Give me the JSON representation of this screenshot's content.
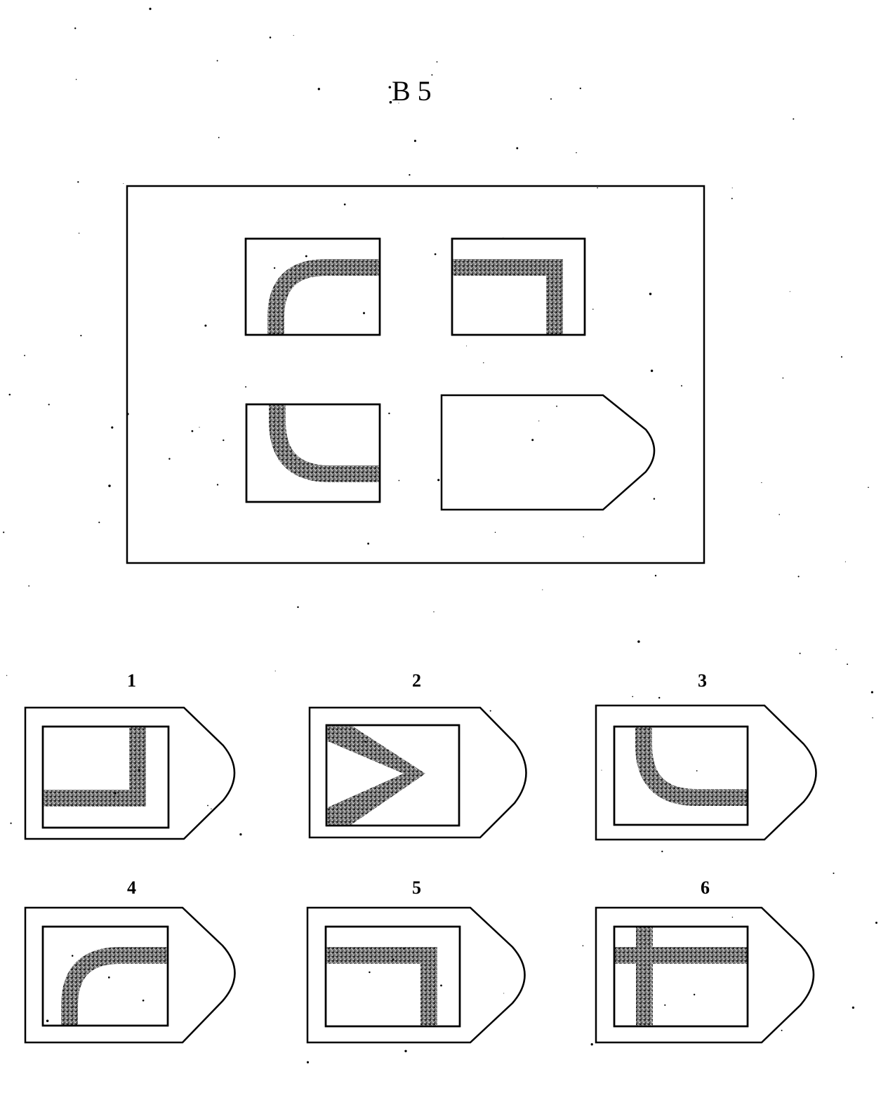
{
  "title": "B 5",
  "colors": {
    "ink": "#000000",
    "grain": "#6a6a6a",
    "paper": "#ffffff"
  },
  "matrix": {
    "cells": [
      {
        "shape": "curve-corner-bottom-left-to-right",
        "fill": "stippled"
      },
      {
        "shape": "square-corner-left-to-bottom",
        "fill": "stippled"
      },
      {
        "shape": "curve-corner-top-to-right",
        "fill": "stippled"
      },
      {
        "shape": "missing"
      }
    ]
  },
  "options": [
    {
      "label": "1",
      "shape": "square-corner-left-to-top"
    },
    {
      "label": "2",
      "shape": "chevron-right"
    },
    {
      "label": "3",
      "shape": "curve-corner-top-to-right"
    },
    {
      "label": "4",
      "shape": "curve-corner-bottom-left-to-right"
    },
    {
      "label": "5",
      "shape": "square-corner-left-to-bottom"
    },
    {
      "label": "6",
      "shape": "cross"
    }
  ]
}
